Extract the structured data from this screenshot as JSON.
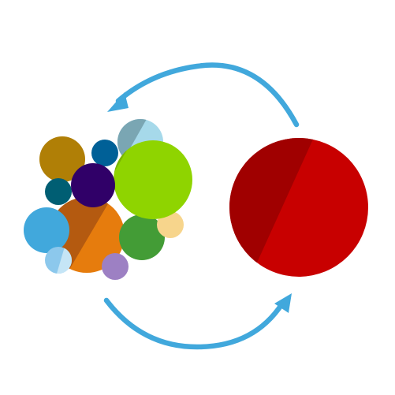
{
  "colors": {
    "background": "#ffffff",
    "arrow": "#41a8dc",
    "big_circle_light": "#c80000",
    "big_circle_dark": "#a00000"
  },
  "arrows": [
    {
      "name": "arrow-top-pointing-left",
      "icon": "curved-arrow-icon"
    },
    {
      "name": "arrow-bottom-pointing-right",
      "icon": "curved-arrow-icon"
    }
  ],
  "bubbles": [
    {
      "name": "bubble-orange",
      "color": "#e67c0d",
      "shade": "#b45a10"
    },
    {
      "name": "bubble-gray-blue",
      "color": "#a6d9ea",
      "shade": "#7aa6b3"
    },
    {
      "name": "bubble-mustard",
      "color": "#b07f06",
      "shade": null
    },
    {
      "name": "bubble-blue-small",
      "color": "#006097",
      "shade": null
    },
    {
      "name": "bubble-teal",
      "color": "#005e73",
      "shade": null
    },
    {
      "name": "bubble-sky-blue",
      "color": "#41a8dc",
      "shade": null
    },
    {
      "name": "bubble-green",
      "color": "#439c36",
      "shade": null
    },
    {
      "name": "bubble-pale-yellow",
      "color": "#f7d58c",
      "shade": null
    },
    {
      "name": "bubble-light-blue",
      "color": "#8cc8ec",
      "shade": "#c5e5f6"
    },
    {
      "name": "bubble-lavender",
      "color": "#9d80c3",
      "shade": null
    },
    {
      "name": "bubble-lime",
      "color": "#8fd400",
      "shade": "#78b400"
    },
    {
      "name": "bubble-purple",
      "color": "#300068",
      "shade": null
    }
  ],
  "big_circle": {
    "name": "big-red-circle"
  }
}
